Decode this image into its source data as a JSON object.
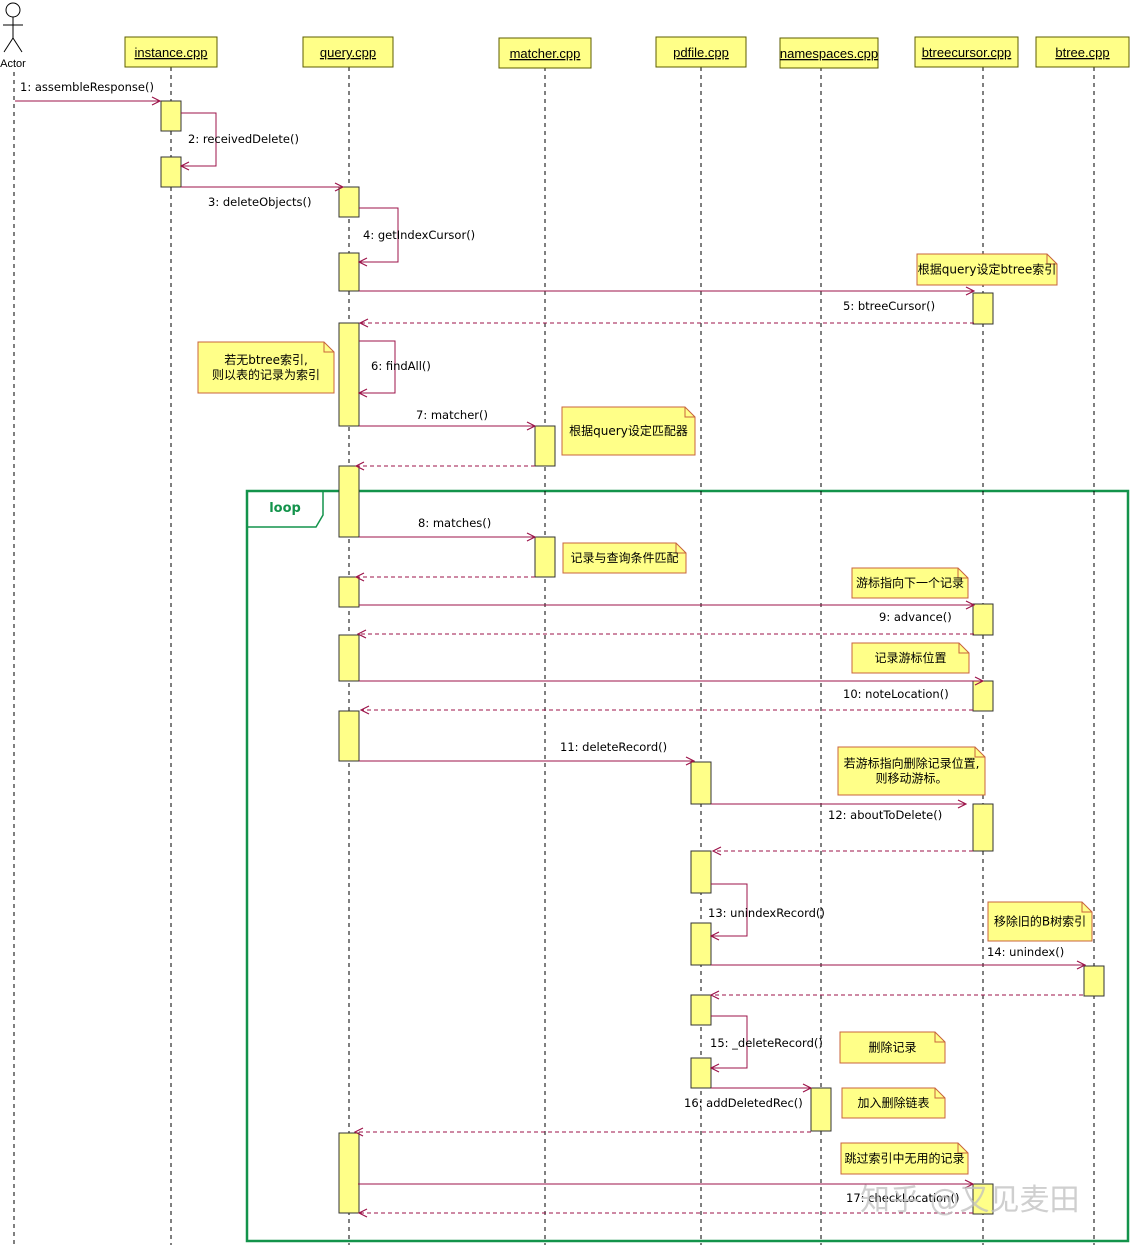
{
  "actor": {
    "label": "Actor"
  },
  "participants": [
    {
      "id": "instance",
      "label": "instance.cpp"
    },
    {
      "id": "query",
      "label": "query.cpp"
    },
    {
      "id": "matcher",
      "label": "matcher.cpp"
    },
    {
      "id": "pdfile",
      "label": "pdfile.cpp"
    },
    {
      "id": "namespaces",
      "label": "namespaces.cpp"
    },
    {
      "id": "btreecursor",
      "label": "btreecursor.cpp"
    },
    {
      "id": "btree",
      "label": "btree.cpp"
    }
  ],
  "messages": [
    {
      "number": "1",
      "label": "assembleResponse()"
    },
    {
      "number": "2",
      "label": "receivedDelete()"
    },
    {
      "number": "3",
      "label": "deleteObjects()"
    },
    {
      "number": "4",
      "label": "getIndexCursor()"
    },
    {
      "number": "5",
      "label": "btreeCursor()"
    },
    {
      "number": "6",
      "label": "findAll()"
    },
    {
      "number": "7",
      "label": "matcher()"
    },
    {
      "number": "8",
      "label": "matches()"
    },
    {
      "number": "9",
      "label": "advance()"
    },
    {
      "number": "10",
      "label": "noteLocation()"
    },
    {
      "number": "11",
      "label": "deleteRecord()"
    },
    {
      "number": "12",
      "label": "aboutToDelete()"
    },
    {
      "number": "13",
      "label": "unindexRecord()"
    },
    {
      "number": "14",
      "label": "unindex()"
    },
    {
      "number": "15",
      "label": "_deleteRecord()"
    },
    {
      "number": "16",
      "label": "addDeletedRec()"
    },
    {
      "number": "17",
      "label": "checkLocation()"
    }
  ],
  "notes": [
    {
      "id": "n1",
      "lines": [
        "根据query设定btree索引"
      ]
    },
    {
      "id": "n2",
      "lines": [
        "若无btree索引,",
        "则以表的记录为索引"
      ]
    },
    {
      "id": "n3",
      "lines": [
        "根据query设定匹配器"
      ]
    },
    {
      "id": "n4",
      "lines": [
        "记录与查询条件匹配"
      ]
    },
    {
      "id": "n5",
      "lines": [
        "游标指向下一个记录"
      ]
    },
    {
      "id": "n6",
      "lines": [
        "记录游标位置"
      ]
    },
    {
      "id": "n7",
      "lines": [
        "若游标指向删除记录位置,",
        "则移动游标。"
      ]
    },
    {
      "id": "n8",
      "lines": [
        "移除旧的B树索引"
      ]
    },
    {
      "id": "n9",
      "lines": [
        "删除记录"
      ]
    },
    {
      "id": "n10",
      "lines": [
        "加入删除链表"
      ]
    },
    {
      "id": "n11",
      "lines": [
        "跳过索引中无用的记录"
      ]
    }
  ],
  "loop": {
    "label": "loop"
  },
  "watermark": "知乎 @又见麦田",
  "colors": {
    "participant_fill": "#ffff88",
    "participant_border": "#5c5c00",
    "activation_fill": "#ffff88",
    "message_line": "#9c1349",
    "note_fill": "#ffff88",
    "note_border": "#c8643c",
    "loop_border": "#13934b",
    "lifeline": "#000000"
  }
}
